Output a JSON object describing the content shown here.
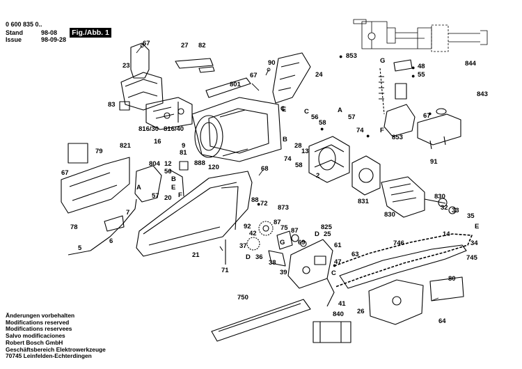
{
  "header": {
    "doc_number": "0 600 835 0..",
    "stand_label": "Stand",
    "stand_value": "98-08",
    "issue_label": "Issue",
    "issue_value": "98-09-28",
    "figure_label": "Fig./Abb. 1"
  },
  "footer": {
    "lines": [
      "Änderungen vorbehalten",
      "Modifications reserved",
      "Modifications reservees",
      "Salvo modificaciones",
      "Robert Bosch GmbH",
      "Geschäftsbereich Elektrowerkzeuge",
      "70745 Leinfelden-Echterdingen"
    ]
  },
  "callouts": {
    "c67a": "67",
    "c27": "27",
    "c82": "82",
    "c23": "23",
    "c90": "90",
    "c801": "801",
    "c67b": "67",
    "c24": "24",
    "c853a": "853",
    "c48": "48",
    "c55": "55",
    "c844": "844",
    "c843": "843",
    "c83": "83",
    "c816_30": "816/30",
    "c816_40": "816/40",
    "c16": "16",
    "c9": "9",
    "c81": "81",
    "c888": "888",
    "c120": "120",
    "c56a": "56",
    "c58a": "58",
    "c57a": "57",
    "c74a": "74",
    "c67c": "67",
    "c853b": "853",
    "c28": "28",
    "c13": "13",
    "c74b": "74",
    "c58b": "58",
    "c2": "2",
    "c91": "91",
    "c79": "79",
    "c821": "821",
    "c67d": "67",
    "c804": "804",
    "c12": "12",
    "c56b": "56",
    "c57b": "57",
    "c20": "20",
    "c68": "68",
    "c830a": "830",
    "c831": "831",
    "c830b": "830",
    "c32": "32",
    "c33": "33",
    "c35": "35",
    "c7": "7",
    "c78": "78",
    "c88": "88",
    "c72": "72",
    "c873": "873",
    "c825": "825",
    "c25": "25",
    "c14": "14",
    "c92": "92",
    "c87a": "87",
    "c75": "75",
    "c87b": "87",
    "c42": "42",
    "c6": "6",
    "c5": "5",
    "c34": "34",
    "c746": "746",
    "c37": "37",
    "c69": "69",
    "c61": "61",
    "c21": "21",
    "c36": "36",
    "c38": "38",
    "c63": "63",
    "c47": "47",
    "c745": "745",
    "c71": "71",
    "c39": "39",
    "c80": "80",
    "c750": "750",
    "c41": "41",
    "c840": "840",
    "c26": "26",
    "c64": "64"
  },
  "letter_callouts": {
    "C1": "C",
    "E1": "E",
    "G1": "G",
    "B1": "B",
    "C2": "C",
    "A1": "A",
    "F1": "F",
    "B2": "B",
    "E2": "E",
    "A2": "A",
    "F2": "F",
    "G2": "G",
    "D1": "D",
    "D2": "D",
    "C3": "C",
    "E3": "E"
  },
  "bullet_marks": {
    "b853": "●",
    "b48": "●",
    "b55": "●",
    "b67": "●",
    "b58": "●",
    "b74": "●",
    "b72": "●",
    "b47": "●"
  }
}
